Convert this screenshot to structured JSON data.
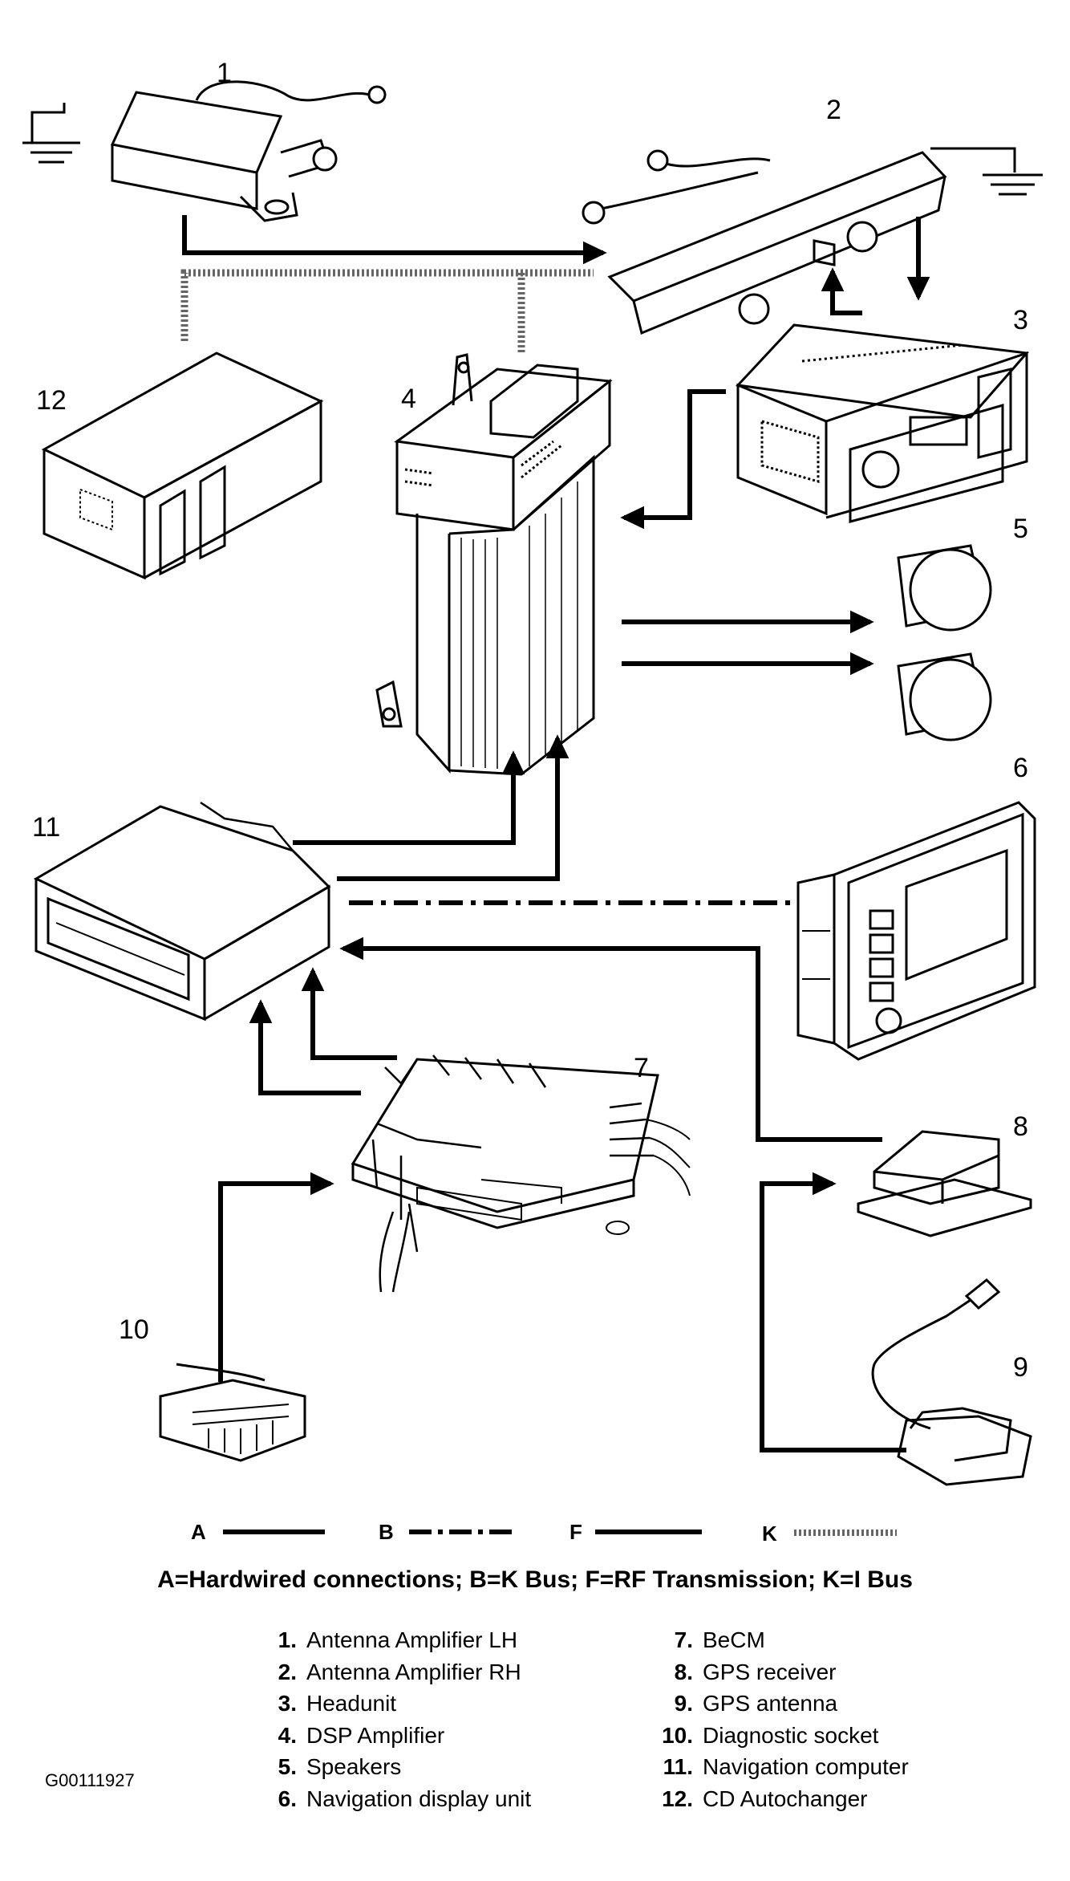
{
  "diagram": {
    "component_numbers": [
      "1",
      "2",
      "3",
      "4",
      "5",
      "6",
      "7",
      "8",
      "9",
      "10",
      "11",
      "12"
    ],
    "legend": [
      {
        "key": "A",
        "line_style": "solid"
      },
      {
        "key": "B",
        "line_style": "dash-dot"
      },
      {
        "key": "F",
        "line_style": "solid"
      },
      {
        "key": "K",
        "line_style": "dotted"
      }
    ],
    "caption": "A=Hardwired connections; B=K Bus; F=RF Transmission; K=I Bus",
    "parts_left": [
      {
        "num": "1.",
        "name": "Antenna Amplifier LH"
      },
      {
        "num": "2.",
        "name": "Antenna Amplifier RH"
      },
      {
        "num": "3.",
        "name": "Headunit"
      },
      {
        "num": "4.",
        "name": "DSP Amplifier"
      },
      {
        "num": "5.",
        "name": "Speakers"
      },
      {
        "num": "6.",
        "name": "Navigation display unit"
      }
    ],
    "parts_right": [
      {
        "num": "7.",
        "name": "BeCM"
      },
      {
        "num": "8.",
        "name": "GPS receiver"
      },
      {
        "num": "9.",
        "name": "GPS antenna"
      },
      {
        "num": "10.",
        "name": "Diagnostic socket"
      },
      {
        "num": "11.",
        "name": "Navigation computer"
      },
      {
        "num": "12.",
        "name": "CD Autochanger"
      }
    ],
    "reference_code": "G00111927"
  }
}
